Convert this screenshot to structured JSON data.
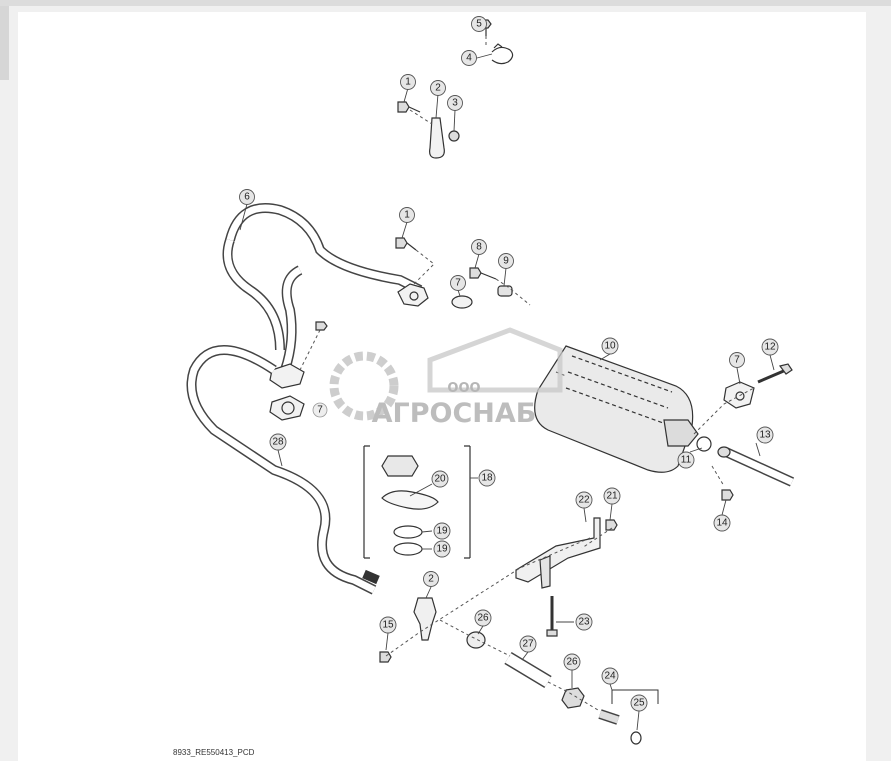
{
  "callouts": [
    {
      "label": "5"
    },
    {
      "label": "4"
    },
    {
      "label": "1"
    },
    {
      "label": "2"
    },
    {
      "label": "3"
    },
    {
      "label": "6"
    },
    {
      "label": "1"
    },
    {
      "label": "8"
    },
    {
      "label": "9"
    },
    {
      "label": "7"
    },
    {
      "label": "10"
    },
    {
      "label": "7"
    },
    {
      "label": "12"
    },
    {
      "label": "11"
    },
    {
      "label": "13"
    },
    {
      "label": "14"
    },
    {
      "label": "28"
    },
    {
      "label": "20"
    },
    {
      "label": "18"
    },
    {
      "label": "19"
    },
    {
      "label": "19"
    },
    {
      "label": "22"
    },
    {
      "label": "21"
    },
    {
      "label": "2"
    },
    {
      "label": "26"
    },
    {
      "label": "15"
    },
    {
      "label": "27"
    },
    {
      "label": "23"
    },
    {
      "label": "26"
    },
    {
      "label": "24"
    },
    {
      "label": "25"
    },
    {
      "label": "7"
    }
  ],
  "watermark": {
    "small": "ООО",
    "large": "АГРОСНАБ"
  },
  "reference": "8933_RE550413_PCD",
  "colors": {
    "line": "#333333",
    "circle_fill": "#e6e6e6",
    "watermark": "#bdbdbd"
  }
}
